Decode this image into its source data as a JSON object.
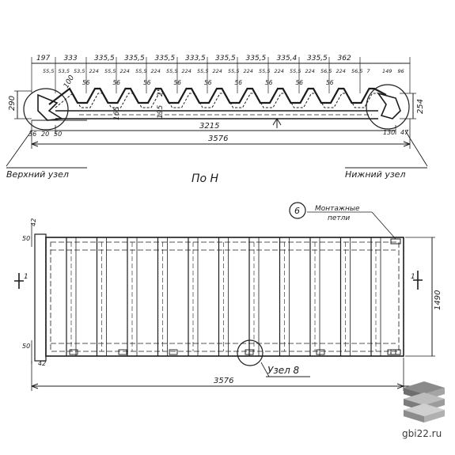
{
  "section": {
    "top_dims": [
      "197",
      "333",
      "335,5",
      "335,5",
      "335,5",
      "333,5",
      "335,5",
      "335,5",
      "335,4",
      "335,5",
      "362"
    ],
    "sub_dims": [
      "55,5",
      "53,5",
      "53,5",
      "224",
      "55,5",
      "224",
      "55,5",
      "224",
      "55,5",
      "224",
      "55,5",
      "224",
      "55,5",
      "224",
      "55,5",
      "224",
      "55,5",
      "224",
      "56,5",
      "224",
      "56,5",
      "7",
      "149",
      "96"
    ],
    "angle_labels": [
      "56",
      "56",
      "56",
      "56",
      "56",
      "56",
      "56",
      "56",
      "56"
    ],
    "rib_labels": [
      "100",
      "165",
      "195",
      "25"
    ],
    "left_height": "290",
    "right_height": "254",
    "bottom_left": "36",
    "bottom_left2": "20",
    "bottom_left3": "50",
    "bottom_right": "130",
    "bottom_right2": "47",
    "inner_length": "3215",
    "total_length": "3576",
    "upper_node_label": "Верхний узел",
    "lower_node_label": "Нижний узел",
    "view_label": "По Н"
  },
  "plan": {
    "item_number": "6",
    "loops_label_1": "Монтажные",
    "loops_label_2": "петли",
    "dim_top_left": "42",
    "dim_left_top": "50",
    "dim_left_bottom": "50",
    "dim_bottom_left": "42",
    "height": "1490",
    "section_mark_left": "1",
    "section_mark_right": "1",
    "length": "3576",
    "node_label": "Узел 8"
  },
  "watermark": {
    "site": "gbi22.ru"
  }
}
